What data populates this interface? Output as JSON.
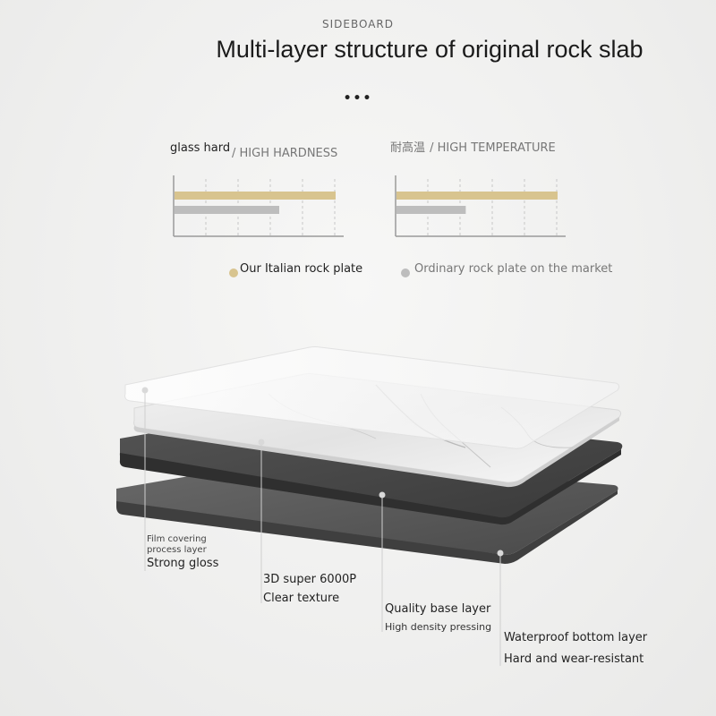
{
  "header": {
    "eyebrow": "SIDEBOARD",
    "title": "Multi-layer structure of original rock slab",
    "dots": "•••"
  },
  "charts": [
    {
      "title": "glass hard",
      "subtitle": "/ HIGH HARDNESS"
    },
    {
      "title": "耐高温",
      "subtitle": "/ HIGH TEMPERATURE"
    }
  ],
  "chart_data": [
    {
      "type": "bar",
      "orientation": "horizontal",
      "title": "glass hard / HIGH HARDNESS",
      "series": [
        {
          "name": "Our Italian rock plate",
          "values": [
            100
          ]
        },
        {
          "name": "Ordinary rock plate on the market",
          "values": [
            65
          ]
        }
      ],
      "xlim": [
        0,
        100
      ],
      "grid": true
    },
    {
      "type": "bar",
      "orientation": "horizontal",
      "title": "耐高温 / HIGH TEMPERATURE",
      "series": [
        {
          "name": "Our Italian rock plate",
          "values": [
            100
          ]
        },
        {
          "name": "Ordinary rock plate on the market",
          "values": [
            43
          ]
        }
      ],
      "xlim": [
        0,
        100
      ],
      "grid": true
    }
  ],
  "legend": {
    "ours": "Our Italian rock plate",
    "market": "Ordinary rock plate on the market"
  },
  "colors": {
    "ours": "#d8c48f",
    "market": "#bdbdbd",
    "axis": "#9a9a9a"
  },
  "callouts": {
    "film_small": "Film covering process layer",
    "film_main": "Strong gloss",
    "texture_main": "3D super 6000P",
    "texture_sub": "Clear texture",
    "base_main": "Quality base layer",
    "base_sub": "High density pressing",
    "bottom_main": "Waterproof bottom layer",
    "bottom_sub": "Hard and wear-resistant"
  }
}
